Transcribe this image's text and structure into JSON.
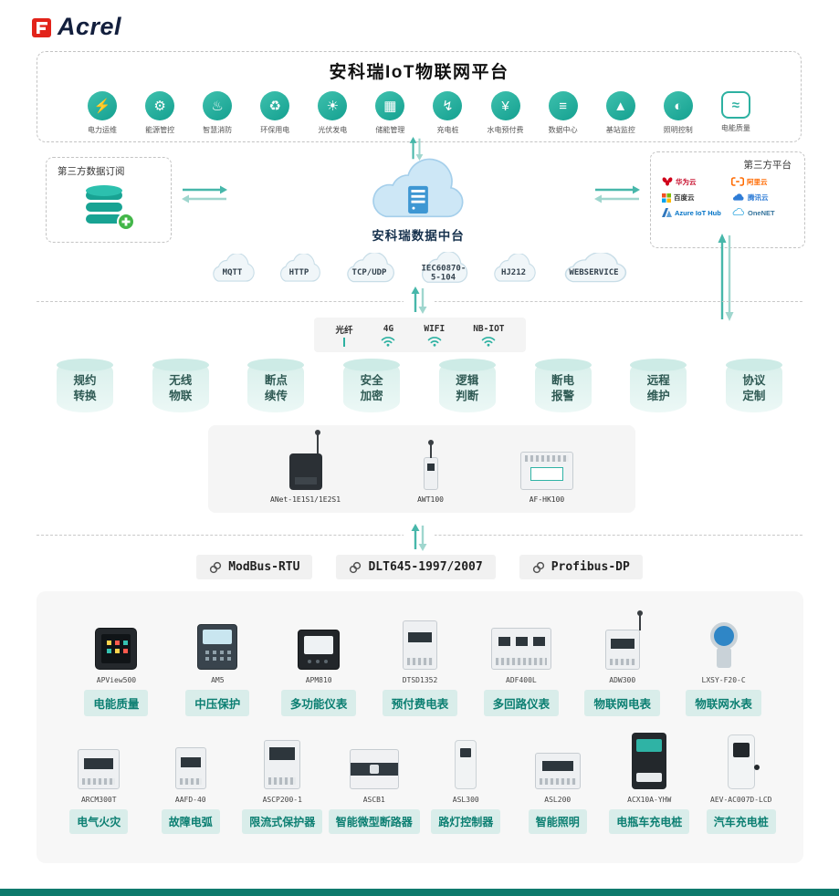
{
  "brand": {
    "name": "Acrel"
  },
  "title": "安科瑞IoT物联网平台",
  "apps": [
    {
      "label": "电力运维",
      "icon": "⚡"
    },
    {
      "label": "能源管控",
      "icon": "⚙"
    },
    {
      "label": "智慧消防",
      "icon": "♨"
    },
    {
      "label": "环保用电",
      "icon": "♻"
    },
    {
      "label": "光伏发电",
      "icon": "☀"
    },
    {
      "label": "储能管理",
      "icon": "▦"
    },
    {
      "label": "充电桩",
      "icon": "↯"
    },
    {
      "label": "水电预付费",
      "icon": "¥"
    },
    {
      "label": "数据中心",
      "icon": "≡"
    },
    {
      "label": "基站监控",
      "icon": "▲"
    },
    {
      "label": "照明控制",
      "icon": "◐"
    },
    {
      "label": "电能质量",
      "icon": "≈"
    }
  ],
  "third_party_data": {
    "title": "第三方数据订阅"
  },
  "data_center": {
    "label": "安科瑞数据中台"
  },
  "third_party_platforms": {
    "title": "第三方平台",
    "platforms": [
      {
        "name": "华为云"
      },
      {
        "name": "阿里云"
      },
      {
        "name": "百度云"
      },
      {
        "name": "腾讯云"
      },
      {
        "name": "Azure IoT Hub"
      },
      {
        "name": "OneNET"
      }
    ]
  },
  "protocol_clouds": [
    "MQTT",
    "HTTP",
    "TCP/UDP",
    "IEC60870-5-104",
    "HJ212",
    "WEBSERVICE"
  ],
  "connectivity": [
    "光纤",
    "4G",
    "WIFI",
    "NB-IOT"
  ],
  "capabilities": [
    "规约转换",
    "无线物联",
    "断点续传",
    "安全加密",
    "逻辑判断",
    "断电报警",
    "远程维护",
    "协议定制"
  ],
  "gateways": [
    {
      "model": "ANet-1E1S1/1E2S1"
    },
    {
      "model": "AWT100"
    },
    {
      "model": "AF-HK100"
    }
  ],
  "field_protocols": [
    "ModBus-RTU",
    "DLT645-1997/2007",
    "Profibus-DP"
  ],
  "products_row1": [
    {
      "model": "APView500",
      "label": "电能质量"
    },
    {
      "model": "AM5",
      "label": "中压保护"
    },
    {
      "model": "APM810",
      "label": "多功能仪表"
    },
    {
      "model": "DTSD1352",
      "label": "预付费电表"
    },
    {
      "model": "ADF400L",
      "label": "多回路仪表"
    },
    {
      "model": "ADW300",
      "label": "物联网电表"
    },
    {
      "model": "LXSY-F20-C",
      "label": "物联网水表"
    }
  ],
  "products_row2": [
    {
      "model": "ARCM300T",
      "label": "电气火灾"
    },
    {
      "model": "AAFD-40",
      "label": "故障电弧"
    },
    {
      "model": "ASCP200-1",
      "label": "限流式保护器"
    },
    {
      "model": "ASCB1",
      "label": "智能微型断路器"
    },
    {
      "model": "ASL300",
      "label": "路灯控制器"
    },
    {
      "model": "ASL200",
      "label": "智能照明"
    },
    {
      "model": "ACX10A-YHW",
      "label": "电瓶车充电桩"
    },
    {
      "model": "AEV-AC007D-LCD",
      "label": "汽车充电桩"
    }
  ],
  "colors": {
    "accent": "#2db1a1",
    "chip_bg": "#d9edea",
    "chip_text": "#0c7f72",
    "arrow": "#47b7aa",
    "brand_red": "#e2231a"
  }
}
